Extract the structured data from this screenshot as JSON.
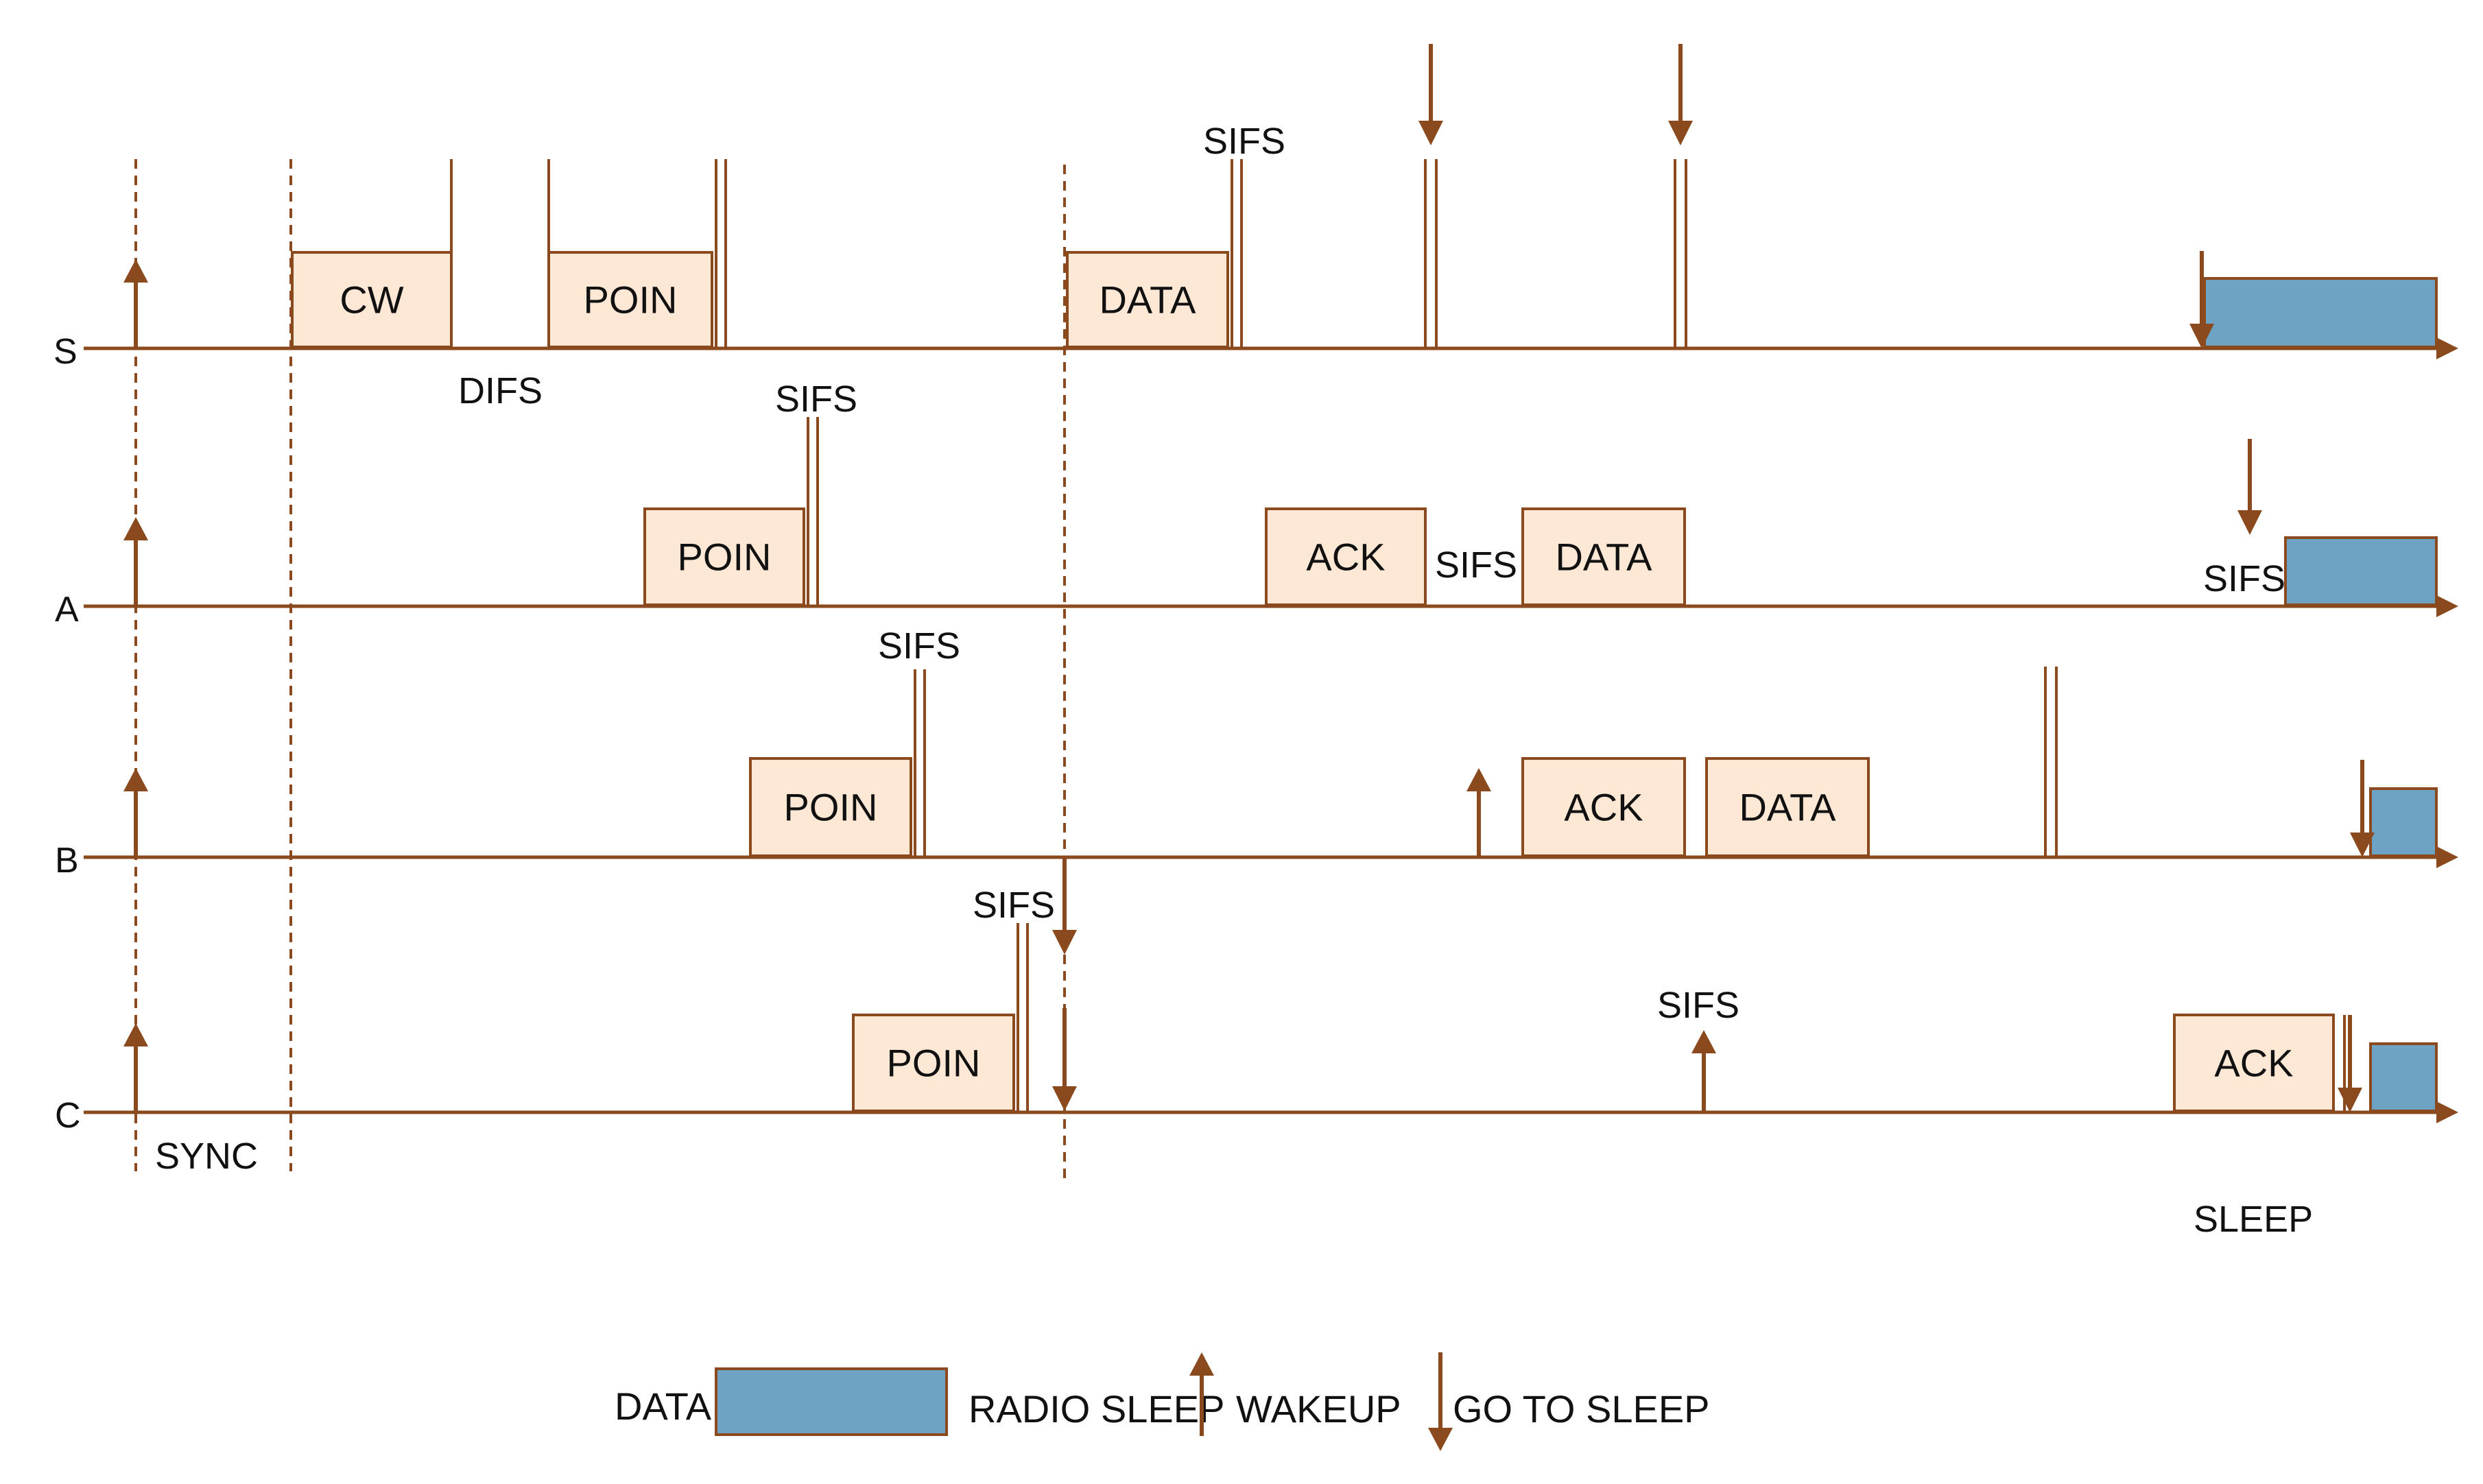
{
  "colors": {
    "line": "#8b4a1e",
    "frame_fill": "#fde8d6",
    "sleep_fill": "#6fa3c4",
    "text": "#111111"
  },
  "lanes": {
    "s": "S",
    "a": "A",
    "b": "B",
    "c": "C"
  },
  "frames": {
    "s_cw": "CW",
    "s_poin": "POIN",
    "s_data": "DATA",
    "a_poin": "POIN",
    "a_ack": "ACK",
    "a_data": "DATA",
    "b_poin": "POIN",
    "b_ack": "ACK",
    "b_data": "DATA",
    "c_poin": "POIN",
    "c_ack": "ACK"
  },
  "labels": {
    "sifs_s_top": "SIFS",
    "difs": "DIFS",
    "sifs_a_top": "SIFS",
    "sifs_a_mid": "SIFS",
    "sifs_a_right": "SIFS",
    "sifs_b_top": "SIFS",
    "sifs_c_top": "SIFS",
    "sifs_c_mid": "SIFS",
    "sync": "SYNC",
    "sleep": "SLEEP"
  },
  "legend": {
    "data": "DATA",
    "radio_sleep": "RADIO SLEEP",
    "wakeup": "WAKEUP",
    "go_to_sleep": "GO TO SLEEP"
  }
}
